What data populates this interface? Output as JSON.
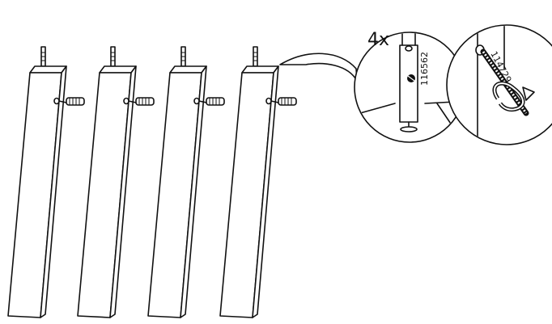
{
  "step": {
    "quantity": "4x",
    "parts": [
      {
        "number": "116562"
      },
      {
        "number": "114729"
      }
    ]
  },
  "legs": {
    "count": 4
  }
}
